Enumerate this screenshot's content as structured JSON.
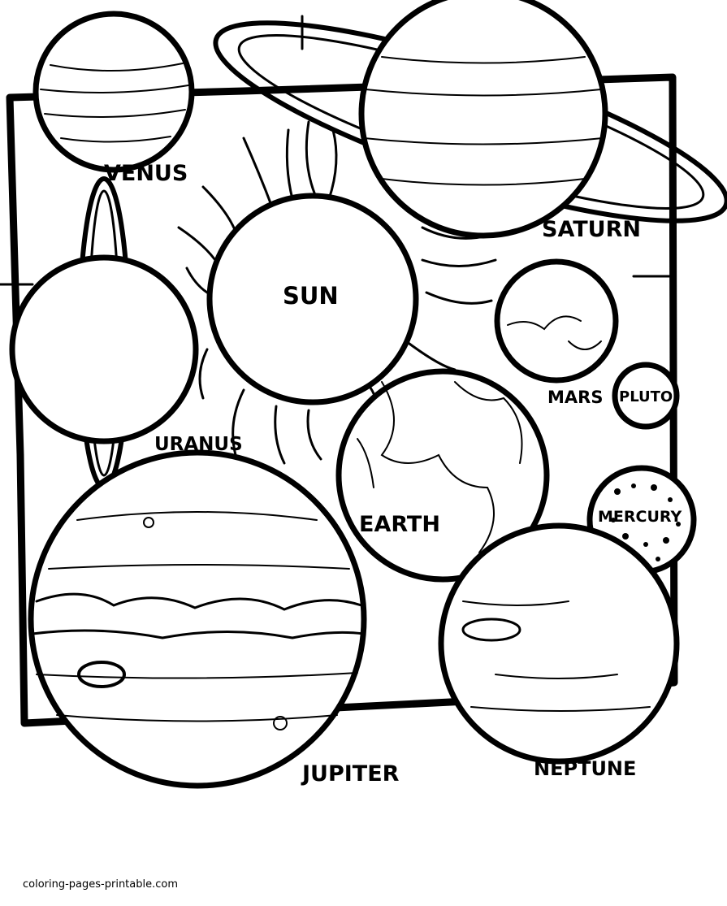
{
  "labels": {
    "venus": "VENUS",
    "saturn": "SATURN",
    "sun": "SUN",
    "mars": "MARS",
    "pluto": "PLUTO",
    "uranus": "URANUS",
    "earth": "EARTH",
    "mercury": "MERCURY",
    "jupiter": "JUPITER",
    "neptune": "NEPTUNE"
  },
  "credit": "coloring-pages-printable.com",
  "colors": {
    "ink": "#000000",
    "paper": "#ffffff"
  }
}
